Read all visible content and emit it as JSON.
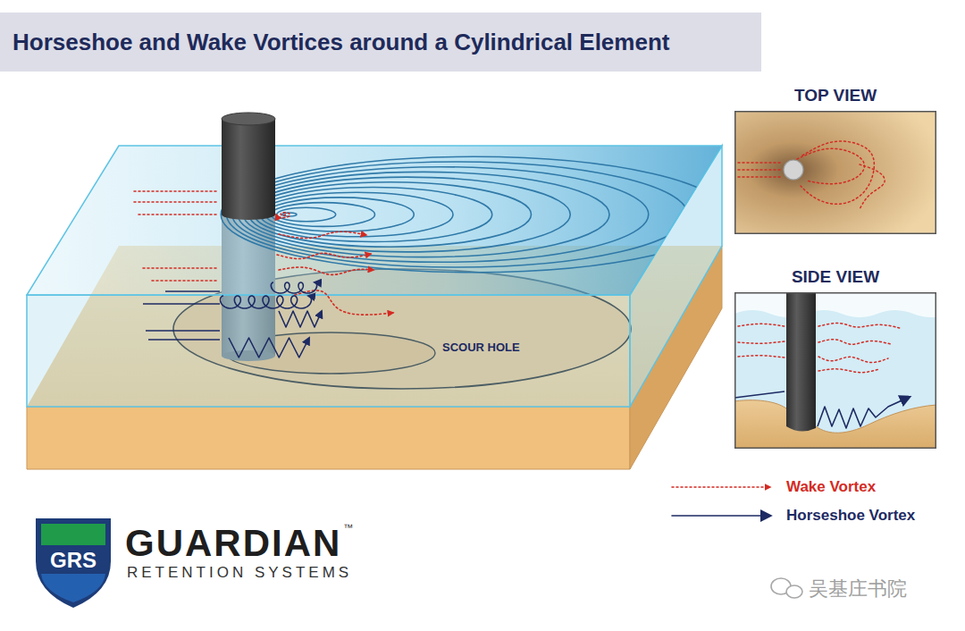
{
  "diagram": {
    "title": "Horseshoe and Wake Vortices around a Cylindrical Element",
    "nodes": [
      {
        "text": [
          "TOP VIEW"
        ]
      },
      {
        "text": [
          "SIDE VIEW"
        ]
      }
    ],
    "labels": [
      "SCOUR HOLE",
      "GRS",
      "GUARDIAN",
      "™",
      "RETENTION SYSTEMS",
      "吴基庄书院"
    ],
    "legend": [
      {
        "text": "Wake Vortex"
      },
      {
        "text": "Horseshoe Vortex"
      }
    ]
  }
}
